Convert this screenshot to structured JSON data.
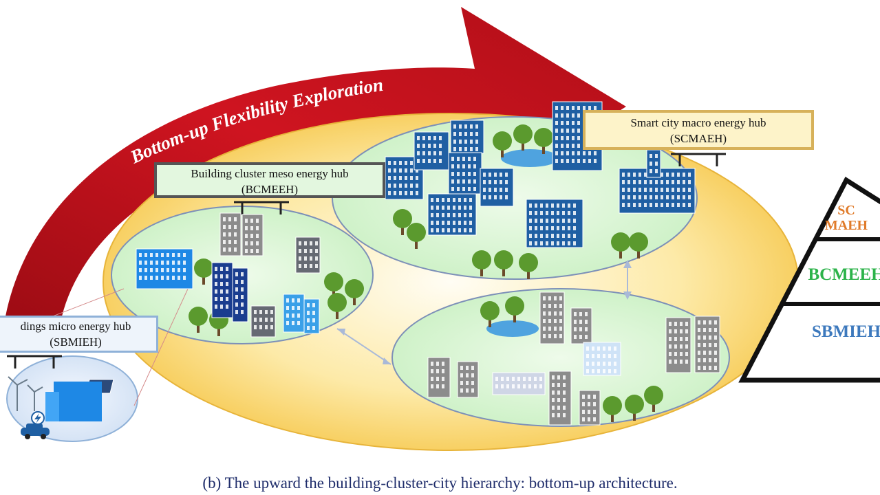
{
  "banner": {
    "text": "Bottom-up Flexibility Exploration",
    "color": "#c8101c"
  },
  "hubs": {
    "bcmeeh": {
      "line1": "Building cluster meso energy hub",
      "line2": "(BCMEEH)"
    },
    "scmaeh": {
      "line1": "Smart city macro energy hub",
      "line2": "(SCMAEH)"
    },
    "sbmieh": {
      "line1": "dings micro energy hub",
      "line2": "(SBMIEH)"
    }
  },
  "pyramid": {
    "top_line1": "SC",
    "top_line2": "MAEH",
    "middle": "BCMEEH",
    "bottom": "SBMIEH",
    "colors": {
      "top": "#e07b2a",
      "middle": "#2cb34a",
      "bottom": "#3d79bd"
    }
  },
  "colors": {
    "outer_ellipse": "#fbd977",
    "cluster_fill": "#d5f5d0",
    "building_blue": "#1f5fa3",
    "building_gray": "#8c8c8c",
    "tree_green": "#5b9a2e"
  },
  "caption": "(b)    The upward the building-cluster-city hierarchy: bottom-up architecture."
}
